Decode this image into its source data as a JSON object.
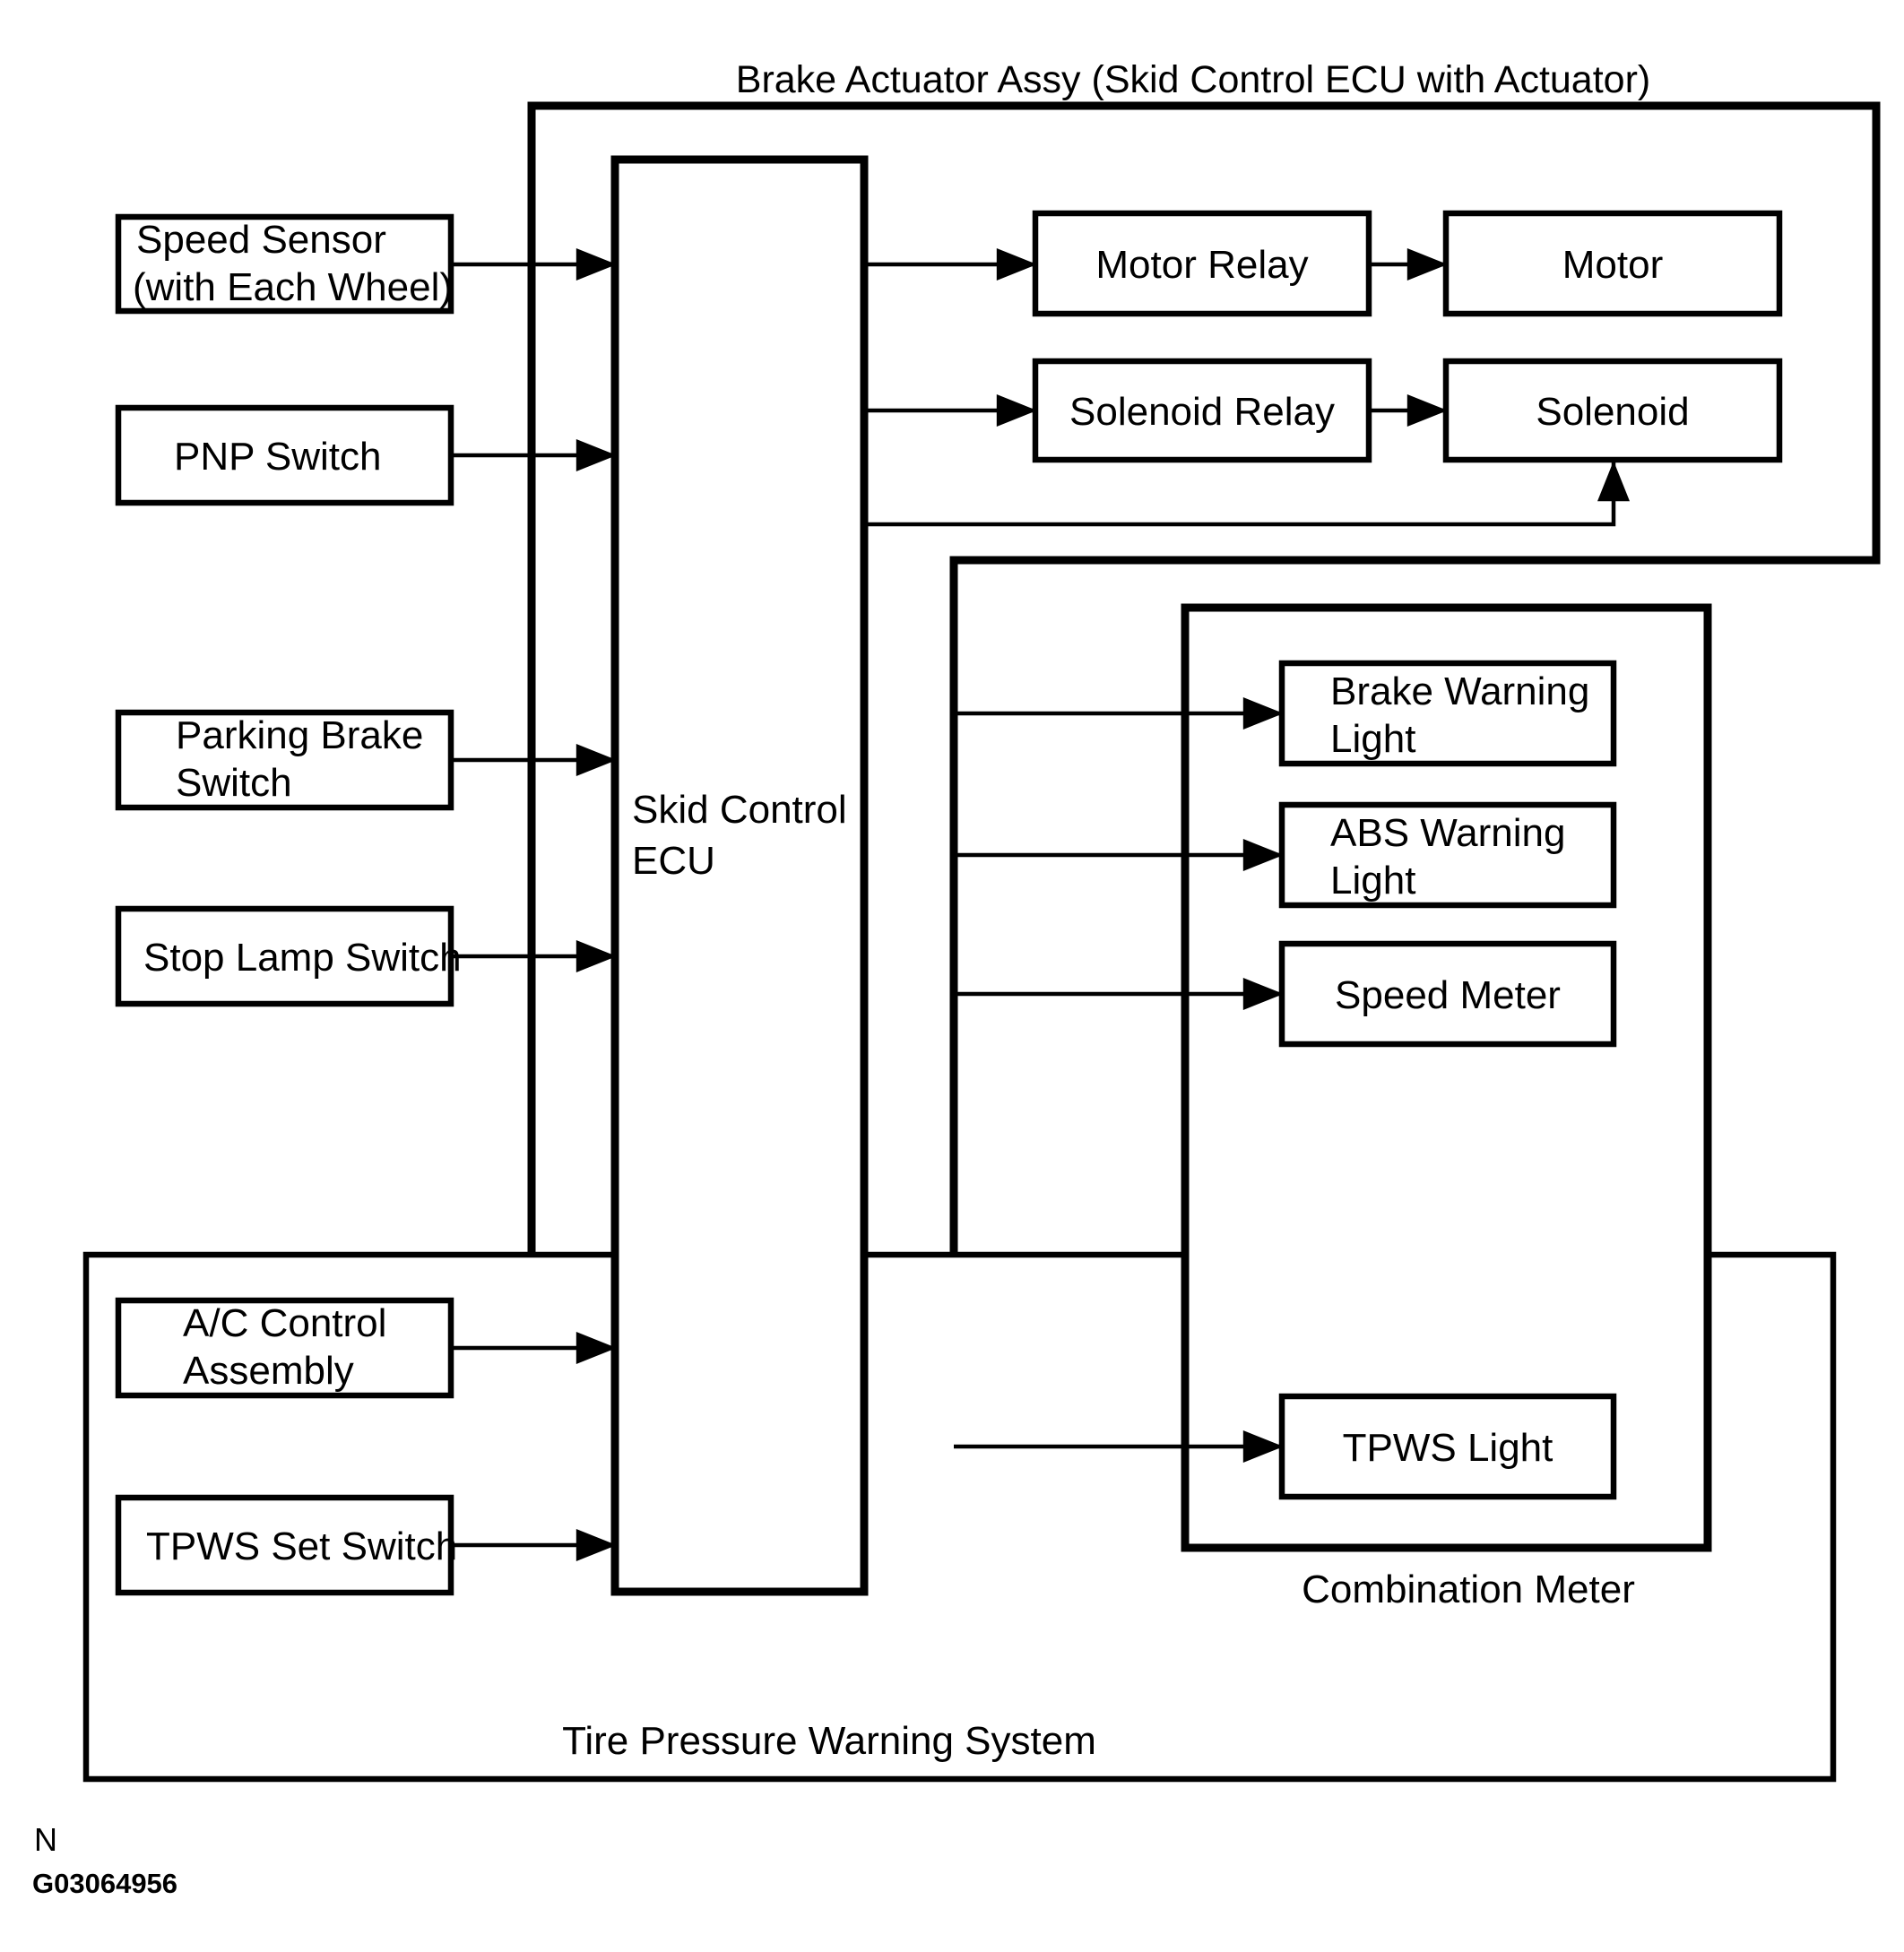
{
  "title": "Brake Actuator Assy (Skid Control ECU with Actuator)",
  "colors": {
    "line": "#000000",
    "background": "#ffffff",
    "text": "#000000"
  },
  "ecu": {
    "line1": "Skid Control",
    "line2": "ECU"
  },
  "inputs": {
    "speed_sensor_line1": "Speed Sensor",
    "speed_sensor_line2": "(with Each Wheel)",
    "pnp_switch": "PNP Switch",
    "parking_brake_line1": "Parking Brake",
    "parking_brake_line2": "Switch",
    "stop_lamp_switch": "Stop Lamp Switch",
    "ac_control_line1": "A/C Control",
    "ac_control_line2": "Assembly",
    "tpws_set_switch": "TPWS Set Switch"
  },
  "actuator_outputs": {
    "motor_relay": "Motor Relay",
    "motor": "Motor",
    "solenoid_relay": "Solenoid Relay",
    "solenoid": "Solenoid"
  },
  "combination_meter": {
    "label": "Combination Meter",
    "brake_warning_line1": "Brake Warning",
    "brake_warning_line2": "Light",
    "abs_warning_line1": "ABS Warning",
    "abs_warning_line2": "Light",
    "speed_meter": "Speed Meter",
    "tpws_light": "TPWS Light"
  },
  "tpws_system": {
    "label": "Tire Pressure Warning System"
  },
  "footer": {
    "marker": "N",
    "figure_id": "G03064956"
  }
}
